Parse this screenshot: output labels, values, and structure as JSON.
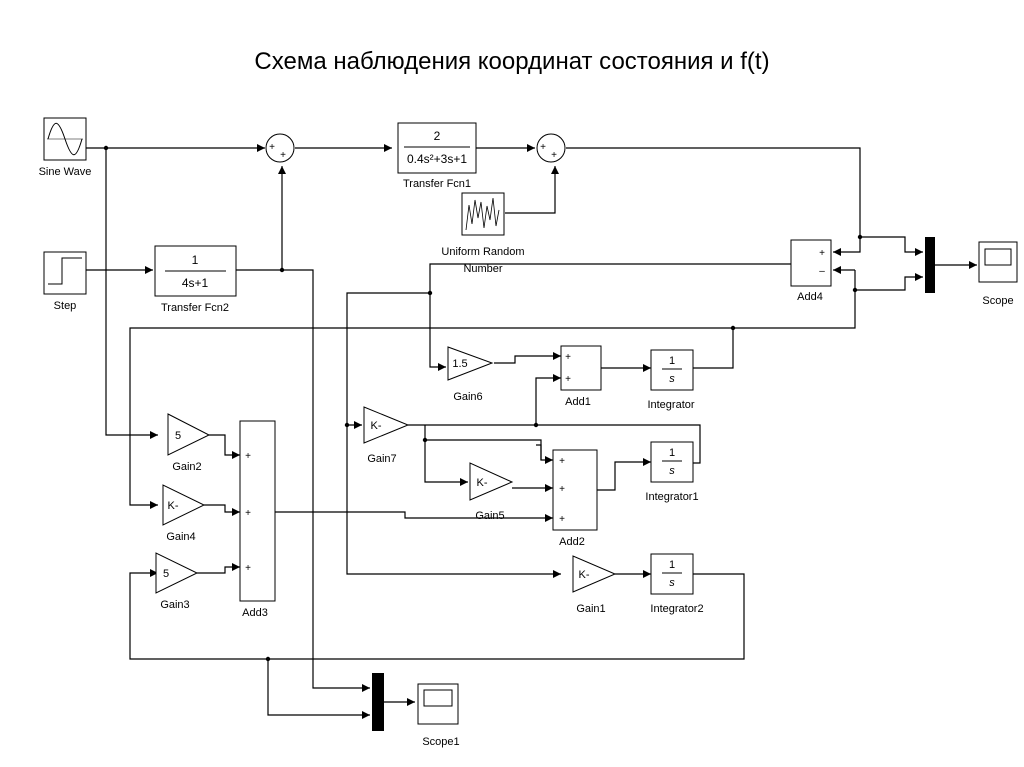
{
  "title": "Схема наблюдения координат состояния и f(t)",
  "blocks": {
    "sine_wave": "Sine Wave",
    "step": "Step",
    "transfer_fcn1": {
      "label": "Transfer Fcn1",
      "num": "2",
      "den": "0.4s²+3s+1"
    },
    "transfer_fcn2": {
      "label": "Transfer Fcn2",
      "num": "1",
      "den": "4s+1"
    },
    "uniform_random": {
      "line1": "Uniform Random",
      "line2": "Number"
    },
    "add4": {
      "label": "Add4",
      "sign1": "+",
      "sign2": "–"
    },
    "scope": "Scope",
    "scope1": "Scope1",
    "gain6": {
      "label": "Gain6",
      "value": "1.5"
    },
    "gain7": {
      "label": "Gain7",
      "value": "K-"
    },
    "gain5": {
      "label": "Gain5",
      "value": "K-"
    },
    "gain1": {
      "label": "Gain1",
      "value": "K-"
    },
    "gain2": {
      "label": "Gain2",
      "value": "5"
    },
    "gain4": {
      "label": "Gain4",
      "value": "K-"
    },
    "gain3": {
      "label": "Gain3",
      "value": "5"
    },
    "add1": {
      "label": "Add1",
      "sign1": "+",
      "sign2": "+"
    },
    "add2": {
      "label": "Add2",
      "sign1": "+",
      "sign2": "+",
      "sign3": "+"
    },
    "add3": {
      "label": "Add3",
      "sign1": "+",
      "sign2": "+",
      "sign3": "+"
    },
    "integrator": {
      "label": "Integrator",
      "num": "1",
      "den": "s"
    },
    "integrator1": {
      "label": "Integrator1",
      "num": "1",
      "den": "s"
    },
    "integrator2": {
      "label": "Integrator2",
      "num": "1",
      "den": "s"
    },
    "sum_signs": "+"
  }
}
